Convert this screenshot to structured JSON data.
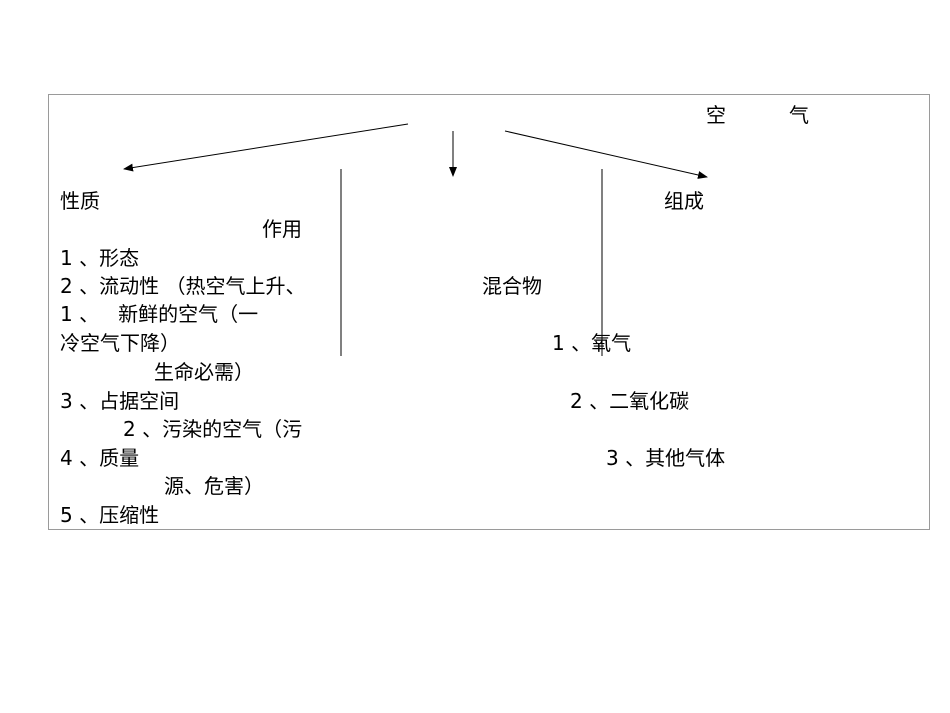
{
  "root": {
    "char1": "空",
    "char2": "气"
  },
  "properties": {
    "heading": "性质",
    "items": [
      "1 、形态",
      "2 、流动性 （热空气上升、",
      "冷空气下降）",
      "3 、占据空间",
      "4 、质量",
      "5 、压缩性"
    ]
  },
  "uses": {
    "heading": "作用",
    "items": [
      "1 、   新鲜的空气（一",
      "生命必需）",
      "2 、污染的空气（污",
      "源、危害）"
    ]
  },
  "composition": {
    "heading": "组成",
    "mixture": "混合物",
    "items": [
      "1 、氧气",
      "2 、二氧化碳",
      "3 、其他气体"
    ]
  }
}
